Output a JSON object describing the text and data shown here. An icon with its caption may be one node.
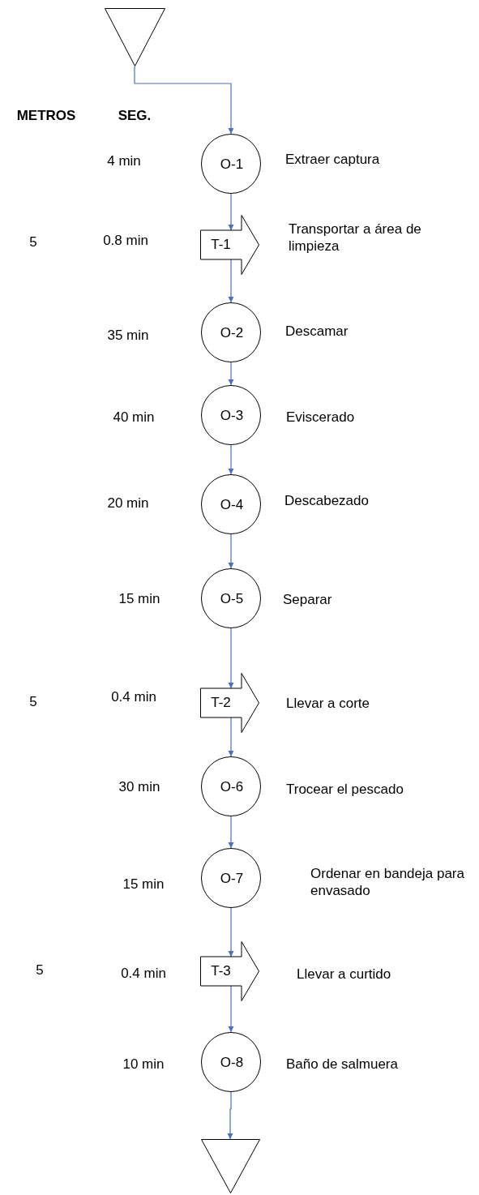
{
  "diagram": {
    "nodes": [
      {
        "text": [],
        "shape": "triangle"
      },
      {
        "text": [
          "O-1"
        ],
        "beside": [
          "Extraer captura"
        ]
      },
      {
        "text": [
          "T-1"
        ],
        "beside": [
          "Transportar a área de limpieza"
        ]
      },
      {
        "text": [
          "O-2"
        ],
        "beside": [
          "Descamar"
        ]
      },
      {
        "text": [
          "O-3"
        ],
        "beside": [
          "Eviscerado"
        ]
      },
      {
        "text": [
          "O-4"
        ],
        "beside": [
          "Descabezado"
        ]
      },
      {
        "text": [
          "O-5"
        ],
        "beside": [
          "Separar"
        ]
      },
      {
        "text": [
          "T-2"
        ],
        "beside": [
          "Llevar a corte"
        ]
      },
      {
        "text": [
          "O-6"
        ],
        "beside": [
          "Trocear el pescado"
        ]
      },
      {
        "text": [
          "O-7"
        ],
        "beside": [
          "Ordenar en bandeja para envasado"
        ]
      },
      {
        "text": [
          "T-3"
        ],
        "beside": [
          "Llevar a curtido"
        ]
      },
      {
        "text": [
          "O-8"
        ],
        "beside": [
          "Baño de salmuera"
        ]
      },
      {
        "text": [],
        "shape": "triangle"
      }
    ],
    "edges": [
      {
        "from": 0,
        "to": 1,
        "arrow": "to"
      },
      {
        "from": 1,
        "to": 2,
        "arrow": "to"
      },
      {
        "from": 2,
        "to": 3,
        "arrow": "to"
      },
      {
        "from": 3,
        "to": 4,
        "arrow": "to"
      },
      {
        "from": 4,
        "to": 5,
        "arrow": "to"
      },
      {
        "from": 5,
        "to": 6,
        "arrow": "to"
      },
      {
        "from": 6,
        "to": 7,
        "arrow": "to"
      },
      {
        "from": 7,
        "to": 8,
        "arrow": "to"
      },
      {
        "from": 8,
        "to": 9,
        "arrow": "to"
      },
      {
        "from": 9,
        "to": 10,
        "arrow": "to"
      },
      {
        "from": 10,
        "to": 11,
        "arrow": "to"
      },
      {
        "from": 11,
        "to": 12,
        "arrow": "to"
      }
    ],
    "labels": [
      "METROS",
      "SEG.",
      "4 min",
      "5",
      "0.8 min",
      "35 min",
      "40 min",
      "20 min",
      "15 min",
      "5",
      "0.4 min",
      "30 min",
      "15 min",
      "5",
      "0.4 min",
      "10 min"
    ]
  }
}
